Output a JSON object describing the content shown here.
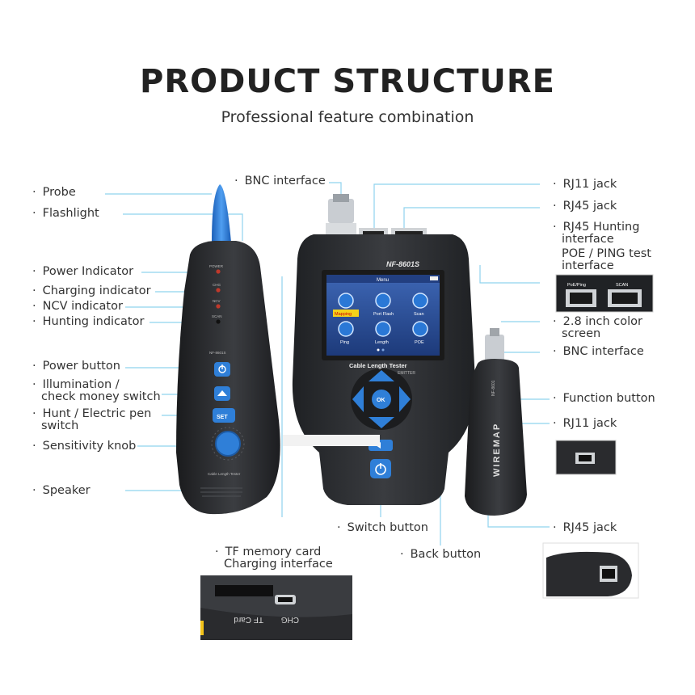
{
  "header": {
    "title": "PRODUCT STRUCTURE",
    "subtitle": "Professional feature combination"
  },
  "left_labels": {
    "probe": "Probe",
    "flashlight": "Flashlight",
    "power_indicator": "Power Indicator",
    "charging_indicator": "Charging indicator",
    "ncv_indicator": "NCV indicator",
    "hunting_indicator": "Hunting indicator",
    "power_button": "Power button",
    "illumination_1": "Illumination /",
    "illumination_2": "check money switch",
    "hunt_1": "Hunt / Electric pen",
    "hunt_2": "switch",
    "sensitivity_knob": "Sensitivity knob",
    "speaker": "Speaker"
  },
  "center_labels": {
    "bnc_interface_top": "BNC interface",
    "switch_button": "Switch button",
    "back_button": "Back button",
    "tf_1": "TF memory card",
    "tf_2": "Charging interface"
  },
  "right_labels": {
    "rj11_jack_top": "RJ11 jack",
    "rj45_jack_top": "RJ45 jack",
    "rj45_hunting_1": "RJ45 Hunting",
    "rj45_hunting_2": "interface",
    "poe_1": "POE / PING test",
    "poe_2": "interface",
    "screen_1": "2.8 inch color",
    "screen_2": "screen",
    "bnc_interface_right": "BNC interface",
    "function_button": "Function button",
    "rj11_jack_right": "RJ11 jack",
    "rj45_jack_bottom": "RJ45 jack"
  },
  "device_text": {
    "model": "NF-8601S",
    "menu": "Menu",
    "app_mapping": "Mapping",
    "app_port_flash": "Port Flash",
    "app_scan": "Scan",
    "app_ping": "Ping",
    "app_length": "Length",
    "app_poe": "POE",
    "brand": "Cable Length Tester",
    "emitter": "EMITTER",
    "ok": "OK",
    "set": "SET",
    "wiremap": "WIREMAP",
    "remote_model": "NF-8601",
    "probe_power": "POWER",
    "probe_chg": "CHG",
    "probe_ncv": "NCV",
    "probe_scan": "SCAN",
    "probe_model": "NF-8601S",
    "probe_brand": "Cable Length Tester",
    "inset_poe": "PoE/Ping",
    "inset_scan": "SCAN",
    "chg": "CHG",
    "tf_card": "TF Card"
  },
  "colors": {
    "accent_blue": "#2f7fd8",
    "device_body": "#2e3033",
    "leader_line": "#8fd3ee"
  }
}
